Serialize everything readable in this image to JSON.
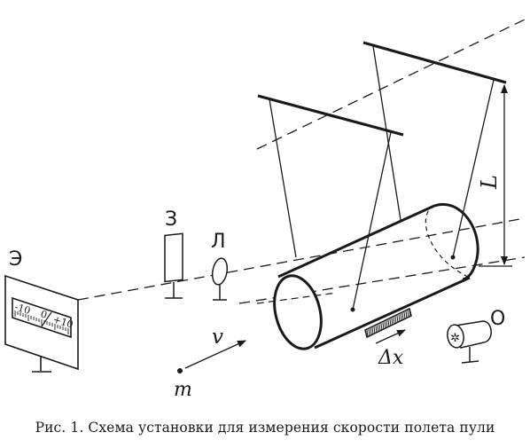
{
  "diagram": {
    "labels": {
      "electrometer": "Э",
      "shutter": "З",
      "lens": "Л",
      "illuminator": "О",
      "length": "L",
      "velocity": "v",
      "mass": "m",
      "displacement": "Δx"
    },
    "scale": {
      "left_value": "-10",
      "zero_value": "0",
      "right_value": "+10"
    }
  },
  "caption": "Рис. 1. Схема установки для измерения скорости полета пули",
  "colors": {
    "ink": "#1a1a1a",
    "paper": "#ffffff"
  }
}
